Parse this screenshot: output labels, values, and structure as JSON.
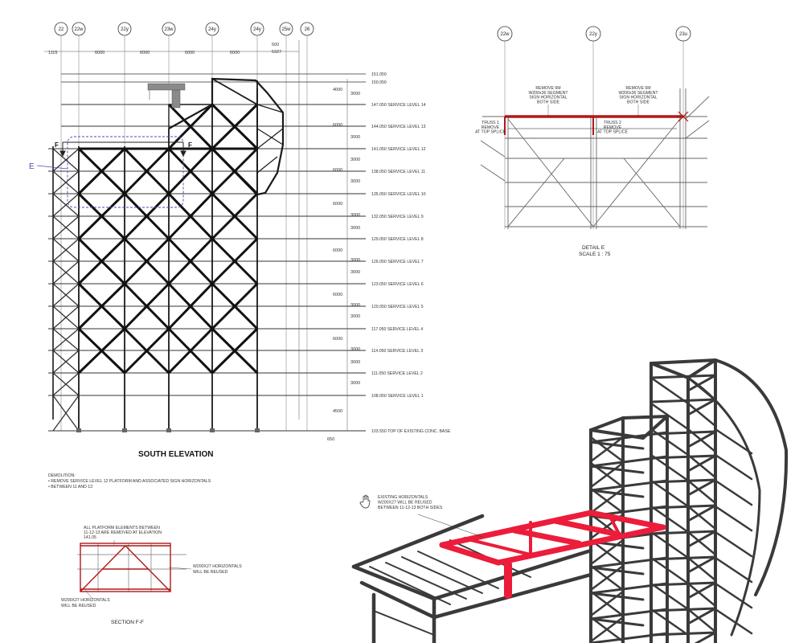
{
  "elevation": {
    "title": "SOUTH ELEVATION",
    "grid_labels": [
      "22",
      "22w",
      "22y",
      "23w",
      "24y",
      "24y",
      "25w",
      "26"
    ],
    "bay_dims": [
      "6000",
      "6000",
      "6000",
      "6000"
    ],
    "left_dim": "1115",
    "right_dims": [
      "500",
      "5327"
    ],
    "bottom_dim": "650",
    "section_mark": "F",
    "detail_mark": "E",
    "vertical_dims": [
      "4000",
      "3000",
      "6000",
      "3000",
      "3000",
      "6000",
      "3000",
      "3000",
      "6000",
      "3000",
      "3000",
      "6000",
      "3000",
      "3000",
      "6000",
      "3000",
      "3000",
      "6000",
      "3000",
      "3000",
      "4500"
    ],
    "levels": [
      "151.050",
      "150.050",
      "147.050 SERVICE LEVEL 14",
      "144.050 SERVICE LEVEL 13",
      "141.050 SERVICE LEVEL 12",
      "138.050 SERVICE LEVEL 11",
      "135.050 SERVICE LEVEL 10",
      "132.050 SERVICE LEVEL 9",
      "129.050 SERVICE LEVEL 8",
      "126.050 SERVICE LEVEL 7",
      "123.050 SERVICE LEVEL 6",
      "120.050 SERVICE LEVEL 5",
      "117.050 SERVICE LEVEL 4",
      "114.050 SERVICE LEVEL 3",
      "111.050 SERVICE LEVEL 2",
      "108.050 SERVICE LEVEL 1",
      "103.550 TOP OF EXISTING CONC. BASE"
    ],
    "demolition_notes": [
      "DEMOLITION:",
      "•  REMOVE SERVICE LEVEL 12 PLATFORM AND ASSOCIATED SIGN HORIZONTALS",
      "•  BETWEEN 11 AND 13"
    ]
  },
  "detail": {
    "grid_labels": [
      "22w",
      "22y",
      "23u"
    ],
    "note_left": [
      "REMOVE 6M",
      "W200x36 SEGMENT",
      "SIGN HORIZONTAL",
      "BOTH SIDE"
    ],
    "note_right": [
      "REMOVE 6M",
      "W200x36 SEGMENT",
      "SIGN HORIZONTAL",
      "BOTH SIDE"
    ],
    "truss1": [
      "TRUSS 1",
      "REMOVE",
      "AT TOP SPLICE"
    ],
    "truss2": [
      "TRUSS 2",
      "REMOVE",
      "AT TOP SPLICE"
    ],
    "title": "DETAIL E",
    "scale": "SCALE 1 : 75"
  },
  "section": {
    "title": "SECTION F-F",
    "note_top": [
      "ALL PLATFORM ELEMENTS BETWEEN",
      "11-12-13 ARE REMOVED AT ELEVATION",
      "141.05"
    ],
    "note_right": [
      "W200X27 HORIZONTALS",
      "WILL BE REUSED"
    ],
    "note_left": [
      "W200X27 HORIZONTALS",
      "WILL BE REUSED"
    ]
  },
  "model3d": {
    "note": [
      "EXISTING HORIZONTALS",
      "W200X27 WILL BE REUSED",
      "BETWEEN 11-12-13 BOTH SIDES"
    ]
  },
  "colors": {
    "red": "#b01818",
    "bright_red": "#ec1c3a",
    "steel": "#3a3a3a",
    "blue": "#4a4ab8"
  }
}
